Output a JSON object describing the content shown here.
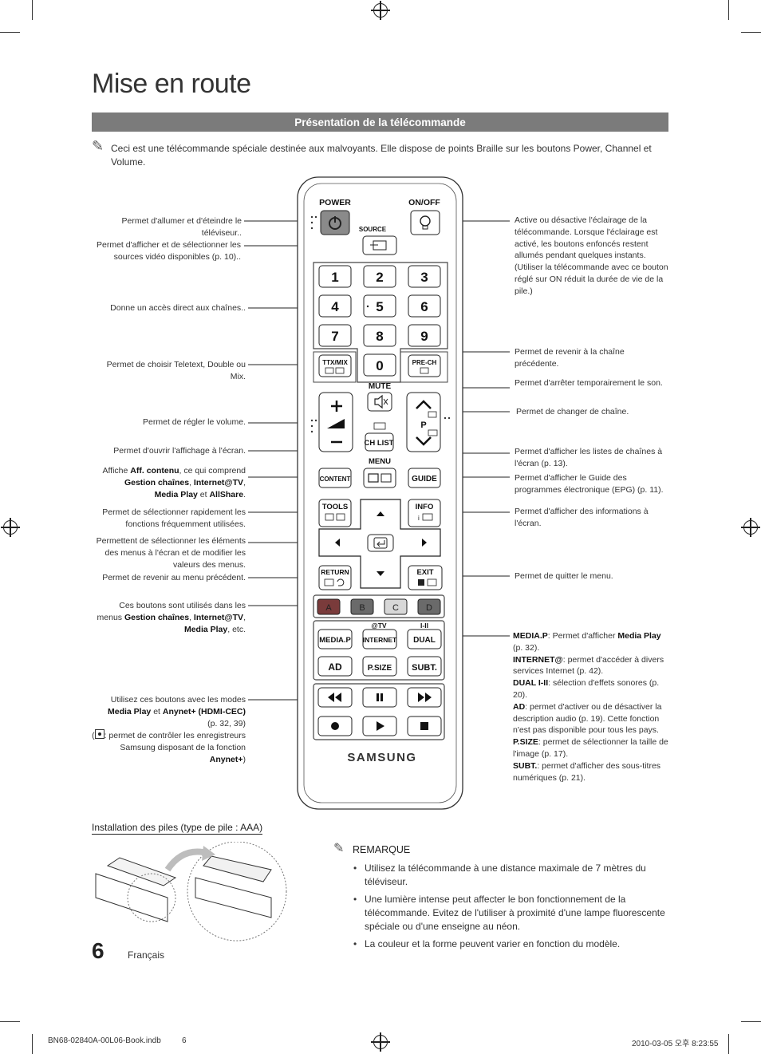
{
  "page": {
    "title": "Mise en route",
    "section_title": "Présentation de la télécommande",
    "intro_note": "Ceci est une télécommande spéciale destinée aux malvoyants. Elle dispose de points Braille sur les boutons Power, Channel et Volume."
  },
  "remote": {
    "power": "POWER",
    "onoff": "ON/OFF",
    "source": "SOURCE",
    "digits": [
      "1",
      "2",
      "3",
      "4",
      "5",
      "6",
      "7",
      "8",
      "9",
      "0"
    ],
    "ttx": "TTX/MIX",
    "prech": "PRE-CH",
    "mute": "MUTE",
    "chlist": "CH LIST",
    "p": "P",
    "menu": "MENU",
    "content": "CONTENT",
    "guide": "GUIDE",
    "tools": "TOOLS",
    "info": "INFO",
    "return": "RETURN",
    "exit": "EXIT",
    "colors": [
      "A",
      "B",
      "C",
      "D"
    ],
    "atv": "@TV",
    "dual_symbol": "I-II",
    "mediap": "MEDIA.P",
    "internet": "INTERNET",
    "dual": "DUAL",
    "ad": "AD",
    "psize": "P.SIZE",
    "subt": "SUBT.",
    "brand": "SAMSUNG"
  },
  "labels_left": {
    "power": "Permet d'allumer et d'éteindre le téléviseur..",
    "source": "Permet d'afficher et de sélectionner les sources vidéo disponibles (p. 10)..",
    "numbers": "Donne un accès direct aux chaînes..",
    "ttx": "Permet de choisir Teletext, Double ou Mix.",
    "volume": "Permet de régler le volume.",
    "menu": "Permet d'ouvrir l'affichage à l'écran.",
    "content": {
      "a": "Affiche ",
      "b": "Aff. contenu",
      "c": ", ce qui comprend",
      "d": "Gestion chaînes",
      "e": ", ",
      "f": "Internet@TV",
      "g": ",",
      "h": "Media Play",
      "i": " et ",
      "j": "AllShare",
      "k": "."
    },
    "tools": "Permet de sélectionner rapidement les fonctions fréquemment utilisées.",
    "nav": "Permettent de sélectionner les éléments des menus à l'écran et de modifier les valeurs des menus.",
    "return": "Permet de revenir au menu précédent.",
    "colors": {
      "a": "Ces boutons sont utilisés dans les menus ",
      "b": "Gestion chaînes",
      "c": ", ",
      "d": "Internet@TV",
      "e": ",",
      "f": "Media Play",
      "g": ", etc."
    },
    "playback": {
      "a": "Utilisez ces boutons avec les modes",
      "b": "Media Play",
      "c": " et ",
      "d": "Anynet+ (HDMI-CEC)",
      "e": "(p. 32, 39)",
      "f": "(",
      "g": ": permet de contrôler les enregistreurs Samsung disposant de la fonction ",
      "h": "Anynet+",
      "i": ")"
    }
  },
  "labels_right": {
    "onoff": "Active ou désactive l'éclairage de la télécommande. Lorsque l'éclairage est activé, les boutons enfoncés restent allumés pendant quelques instants. (Utiliser la télécommande avec ce bouton réglé sur ON réduit la durée de vie de la pile.)",
    "prech": "Permet de revenir à la chaîne précédente.",
    "mute": "Permet d'arrêter temporairement le son.",
    "channel": "Permet de changer de chaîne.",
    "chlist": "Permet d'afficher les listes de chaînes à l'écran (p. 13).",
    "guide": "Permet d'afficher le Guide des programmes électronique (EPG) (p. 11).",
    "info": "Permet d'afficher des informations à l'écran.",
    "exit": "Permet de quitter le menu.",
    "functions": {
      "mediap_k": "MEDIA.P",
      "mediap_a": ": Permet d'afficher ",
      "mediap_b": "Media Play",
      "mediap_c": " (p. 32).",
      "internet_k": "INTERNET@",
      "internet_v": ": permet d'accéder à divers services Internet (p. 42).",
      "dual_k": "DUAL I-II",
      "dual_v": ": sélection d'effets sonores (p. 20).",
      "ad_k": "AD",
      "ad_v": ": permet d'activer ou de désactiver la description audio (p. 19). Cette fonction n'est pas disponible pour tous les pays.",
      "psize_k": "P.SIZE",
      "psize_v": ": permet de sélectionner la taille de l'image (p. 17).",
      "subt_k": "SUBT.",
      "subt_v": ": permet d'afficher des sous-titres numériques (p. 21)."
    }
  },
  "battery": {
    "title": "Installation des piles (type de pile : AAA)",
    "remark": "REMARQUE",
    "bullets": [
      "Utilisez la télécommande à une distance maximale de 7 mètres du téléviseur.",
      "Une lumière intense peut affecter le bon fonctionnement de la télécommande. Evitez de l'utiliser à proximité d'une lampe fluorescente spéciale ou d'une enseigne au néon.",
      "La couleur et la forme peuvent varier en fonction du modèle."
    ]
  },
  "footer": {
    "page_number": "6",
    "language": "Français",
    "file": "BN68-02840A-00L06-Book.indb",
    "file_page": "6",
    "timestamp": "2010-03-05   오후 8:23:55"
  },
  "colors": {
    "section_bar": "#7b7b7b",
    "color_a": "#7a3b3b",
    "color_b": "#6a6a6a",
    "color_c": "#d7d7d7",
    "color_d": "#6a6a6a"
  }
}
